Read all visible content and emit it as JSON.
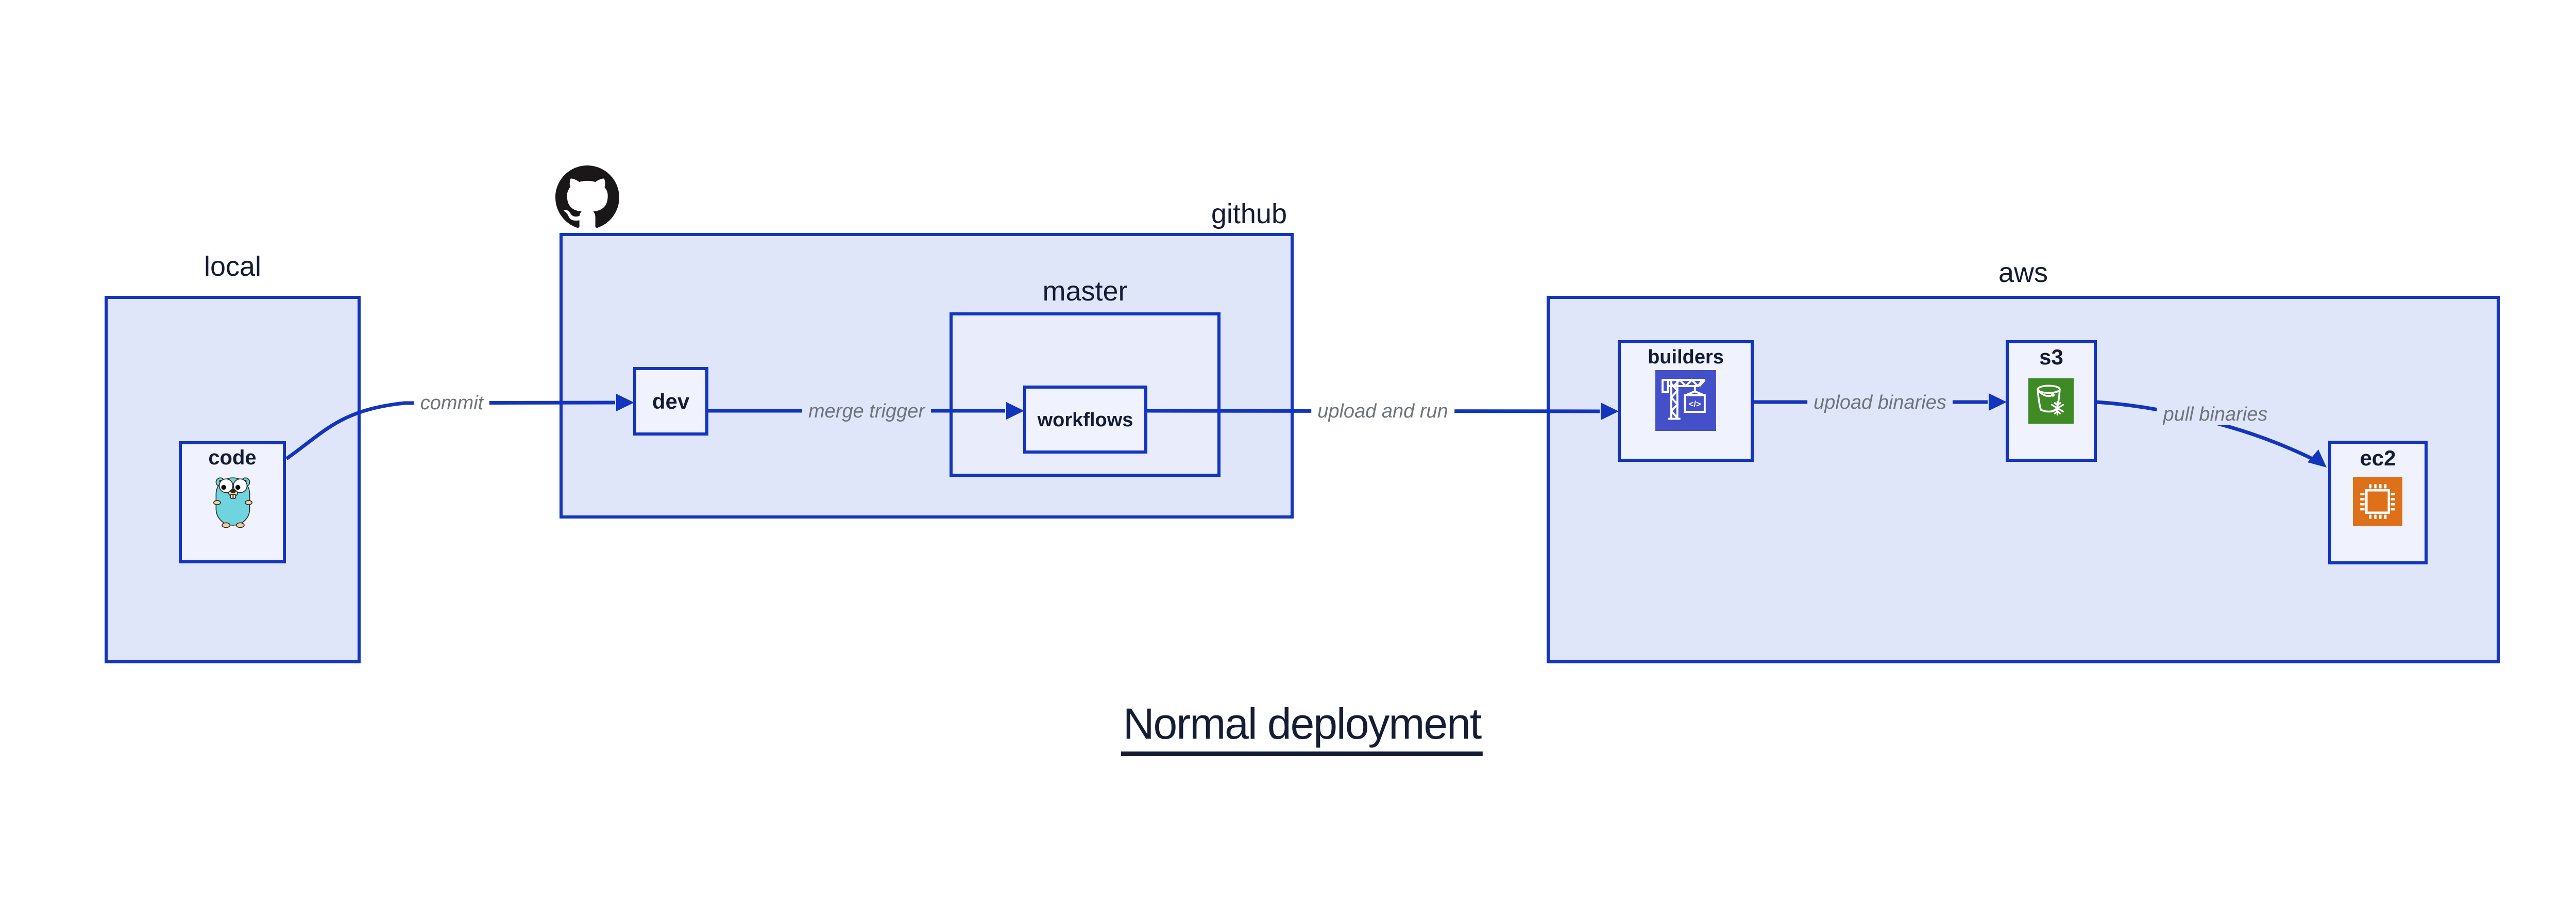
{
  "diagram_title": "Normal deployment",
  "groups": {
    "local": {
      "label": "local"
    },
    "github": {
      "label": "github"
    },
    "master": {
      "label": "master"
    },
    "aws": {
      "label": "aws"
    }
  },
  "nodes": {
    "code": {
      "label": "code",
      "icon": "go-gopher-icon"
    },
    "dev": {
      "label": "dev"
    },
    "workflows": {
      "label": "workflows"
    },
    "builders": {
      "label": "builders",
      "icon": "aws-codebuild-crane-icon"
    },
    "s3": {
      "label": "s3",
      "icon": "aws-s3-bucket-icon"
    },
    "ec2": {
      "label": "ec2",
      "icon": "aws-ec2-chip-icon"
    }
  },
  "edges": [
    {
      "from": "code",
      "to": "dev",
      "label": "commit"
    },
    {
      "from": "dev",
      "to": "workflows",
      "label": "merge trigger"
    },
    {
      "from": "workflows",
      "to": "builders",
      "label": "upload and run"
    },
    {
      "from": "builders",
      "to": "s3",
      "label": "upload binaries"
    },
    {
      "from": "s3",
      "to": "ec2",
      "label": "pull binaries"
    }
  ],
  "logos": {
    "github": "github-octocat-icon"
  },
  "colors": {
    "border_blue": "#1335bd",
    "arrow_blue": "#1335bd",
    "group_fill": "#e0e6f9",
    "nested_fill": "#e9edfb",
    "node_fill": "#f0f3fd",
    "label_navy": "#141c35",
    "edge_label_gray": "#6e747c",
    "github_black": "#191717",
    "codebuild_indigo": "#4450ca",
    "s3_green": "#3e8b26",
    "ec2_orange": "#dd7018",
    "gopher_teal": "#6fd4de"
  }
}
